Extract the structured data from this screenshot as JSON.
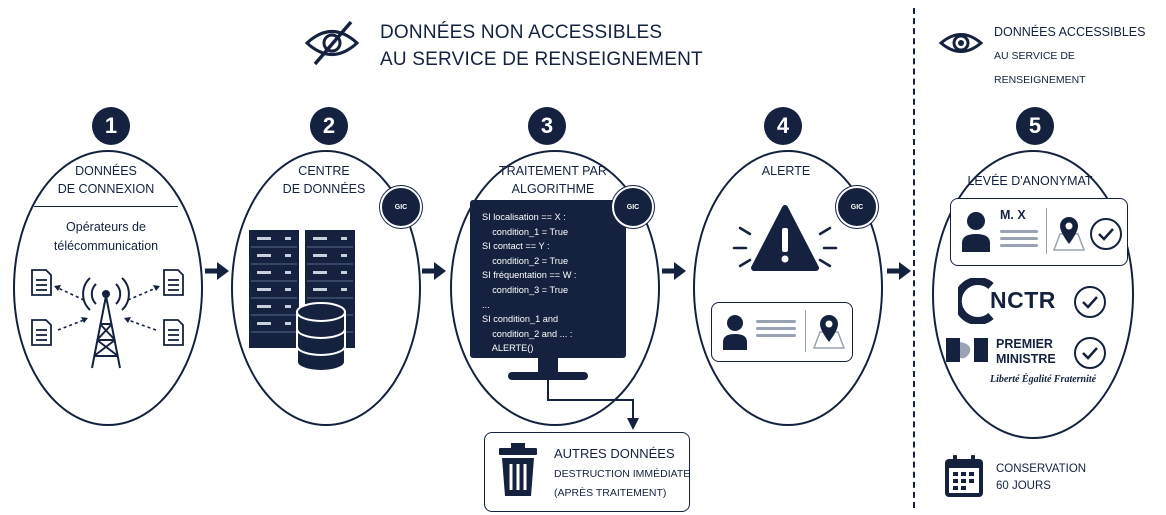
{
  "header": {
    "not_accessible_line1": "DONNÉES NON ACCESSIBLES",
    "not_accessible_line2": "AU SERVICE DE RENSEIGNEMENT",
    "accessible_line1": "DONNÉES ACCESSIBLES",
    "accessible_line2": "AU SERVICE DE RENSEIGNEMENT"
  },
  "steps": [
    {
      "number": "1",
      "title_line1": "DONNÉES",
      "title_line2": "DE CONNEXION",
      "sub_line1": "Opérateurs de",
      "sub_line2": "télécommunication"
    },
    {
      "number": "2",
      "title_line1": "CENTRE",
      "title_line2": "DE DONNÉES"
    },
    {
      "number": "3",
      "title_line1": "TRAITEMENT PAR",
      "title_line2": "ALGORITHME",
      "code": "SI localisation == X :\n    condition_1 = True\nSI contact == Y :\n    condition_2 = True\nSI fréquentation == W :\n    condition_3 = True\n...\nSI condition_1 and\n    condition_2 and ... :\n    ALERTE()"
    },
    {
      "number": "4",
      "title": "ALERTE"
    },
    {
      "number": "5",
      "title": "LEVÉE D'ANONYMAT",
      "person_label": "M. X",
      "cnctr_label": "NCTR",
      "pm_line1": "PREMIER",
      "pm_line2": "MINISTRE",
      "motto": "Liberté Égalité Fraternité"
    }
  ],
  "seal_label": "GIC",
  "other_data": {
    "line1": "AUTRES DONNÉES",
    "line2": "DESTRUCTION IMMÉDIATE",
    "line3": "(APRÈS TRAITEMENT)"
  },
  "conservation": {
    "line1": "CONSERVATION",
    "line2": "60 JOURS"
  },
  "colors": {
    "navy": "#14223f",
    "grey": "#9aa3b3"
  },
  "icons": [
    "eye-slash-icon",
    "eye-icon",
    "document-icon",
    "antenna-tower-icon",
    "server-rack-icon",
    "database-icon",
    "monitor-icon",
    "warning-icon",
    "person-icon",
    "map-pin-icon",
    "check-circle-icon",
    "trash-icon",
    "calendar-icon",
    "marianne-logo"
  ]
}
